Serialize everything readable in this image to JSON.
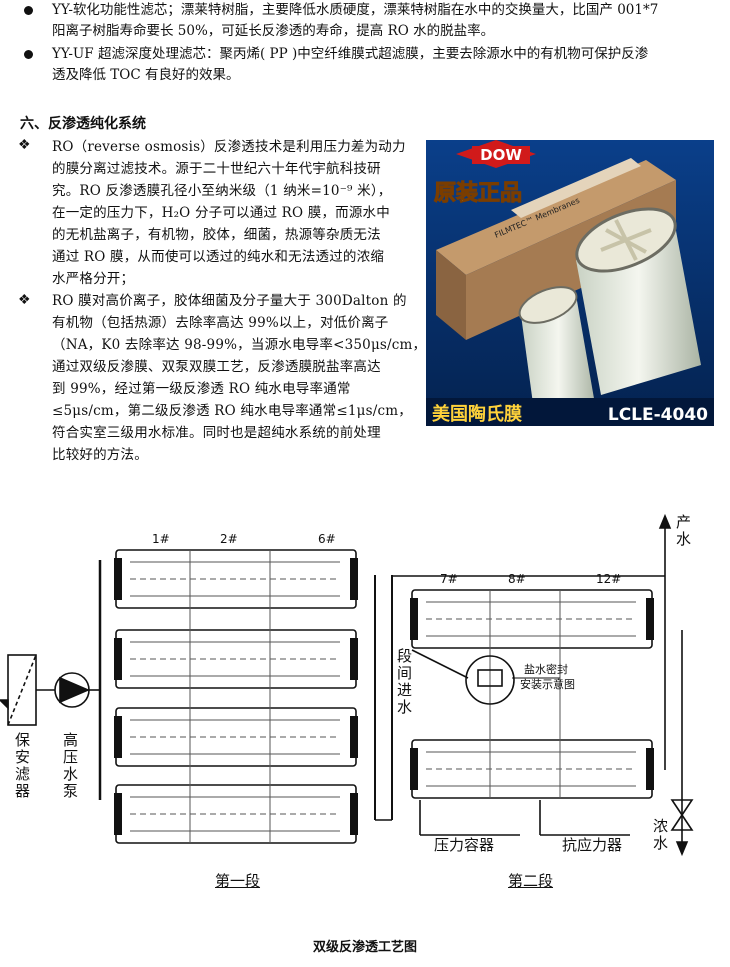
{
  "bullets": [
    {
      "line1": "YY-软化功能性滤芯；漂莱特树脂，主要降低水质硬度，漂莱特树脂在水中的交换量大，比国产 001*7",
      "line2": "阳离子树脂寿命要长 50%，可延长反渗透的寿命，提高 RO 水的脱盐率。"
    },
    {
      "line1": "YY-UF 超滤深度处理滤芯：聚丙烯( PP )中空纤维膜式超滤膜，主要去除源水中的有机物可保护反渗",
      "line2": "透及降低 TOC 有良好的效果。"
    }
  ],
  "section_title": "六、反渗透纯化系统",
  "para1": [
    "  RO（reverse osmosis）反渗透技术是利用压力差为动力",
    "的膜分离过滤技术。源于二十世纪六十年代宇航科技研",
    "究。RO 反渗透膜孔径小至纳米级（1 纳米=10⁻⁹ 米），",
    "在一定的压力下，H₂O 分子可以通过 RO 膜，而源水中",
    "的无机盐离子，有机物，胶体，细菌，热源等杂质无法",
    "通过 RO 膜，从而使可以透过的纯水和无法透过的浓缩",
    "水严格分开；"
  ],
  "para2": [
    "RO 膜对高价离子，胶体细菌及分子量大于 300Dalton 的",
    "有机物（包括热源）去除率高达 99%以上，对低价离子",
    "（NA，K0 去除率达 98-99%，当源水电导率<350μs/cm，",
    "通过双级反渗膜、双泵双膜工艺，反渗透膜脱盐率高达",
    "到 99%，经过第一级反渗透 RO 纯水电导率通常",
    "≤5μs/cm，第二级反渗透 RO 纯水电导率通常≤1μs/cm，",
    "符合实室三级用水标准。同时也是超纯水系统的前处理",
    "比较好的方法。"
  ],
  "photo": {
    "brand": "DOW",
    "banner": "原装正品",
    "bottom_left": "美国陶氏膜",
    "bottom_right": "LCLE-4040",
    "box_text": "FILMTEC™ Membranes"
  },
  "diagram": {
    "stage1_nums": [
      "1#",
      "2#",
      "6#"
    ],
    "stage2_nums": [
      "7#",
      "8#",
      "12#"
    ],
    "product_water": "产水",
    "concentrate": "浓水",
    "stage_feed": "段间进水",
    "filter": "保安滤器",
    "pump": "高压水泵",
    "seal_note1": "盐水密封",
    "seal_note2": "安装示意图",
    "pressure_vessel": "压力容器",
    "anti_thrust": "抗应力器",
    "stage1": "第一段",
    "stage2": "第二段"
  },
  "caption": "双级反渗透工艺图"
}
